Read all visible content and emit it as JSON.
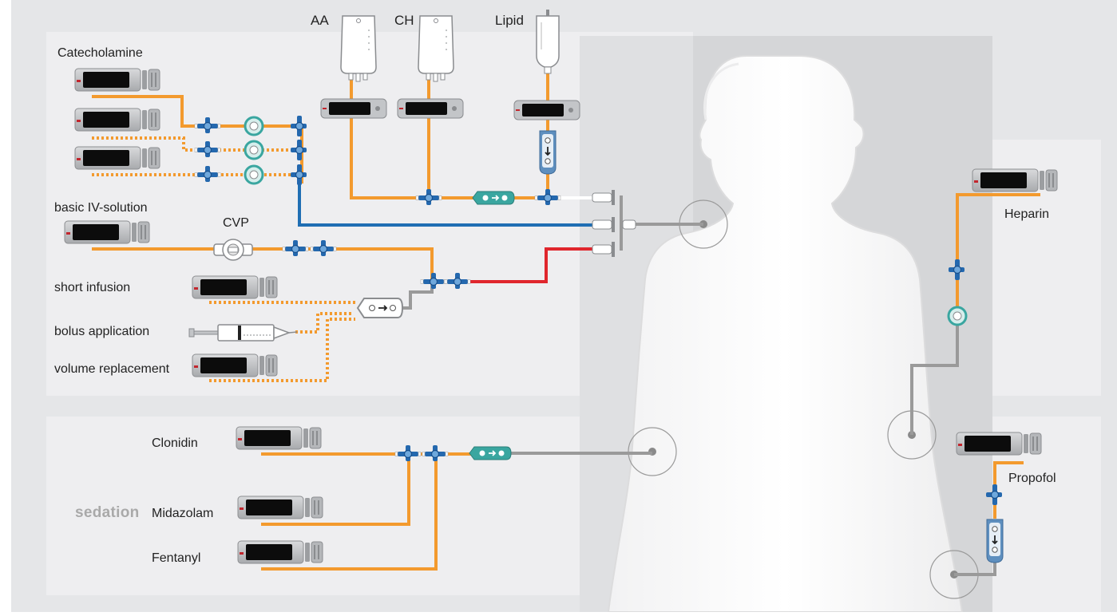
{
  "labels": {
    "catecholamine": "Catecholamine",
    "basic_iv": "basic IV-solution",
    "cvp": "CVP",
    "short_infusion": "short infusion",
    "bolus_application": "bolus application",
    "volume_replacement": "volume replacement",
    "aa": "AA",
    "ch": "CH",
    "lipid": "Lipid",
    "heparin": "Heparin",
    "propofol": "Propofol",
    "sedation": "sedation",
    "clonidin": "Clonidin",
    "midazolam": "Midazolam",
    "fentanyl": "Fentanyl"
  },
  "colors": {
    "background": "#e5e6e8",
    "panel": "#eeeef0",
    "orange_line": "#f39a2e",
    "blue_line": "#1f6eb3",
    "red_line": "#e0262d",
    "grey_line": "#9a9a9a",
    "teal": "#3aa6a0",
    "pump_dark": "#111111"
  },
  "icons": [
    "syringe-pump-icon",
    "volumetric-pump-icon",
    "infusion-bag-icon",
    "lipid-bottle-icon",
    "three-way-stopcock-icon",
    "filter-icon",
    "pressure-transducer-icon",
    "bolus-syringe-icon",
    "catheter-site-icon",
    "human-silhouette-icon"
  ]
}
